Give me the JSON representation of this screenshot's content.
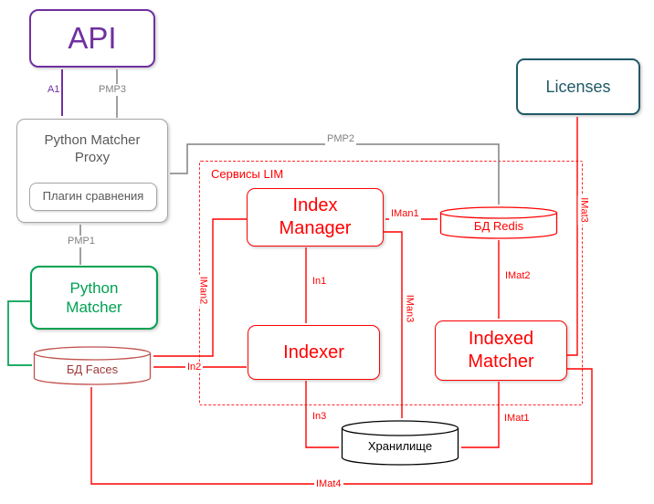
{
  "diagram": {
    "group_label": "Сервисы LIM"
  },
  "nodes": {
    "api": {
      "label": "API"
    },
    "python_matcher_proxy": {
      "label": "Python Matcher\nProxy",
      "plugin": "Плагин сравнения"
    },
    "python_matcher": {
      "label": "Python\nMatcher"
    },
    "db_faces": {
      "label": "БД Faces"
    },
    "licenses": {
      "label": "Licenses"
    },
    "index_manager": {
      "label": "Index\nManager"
    },
    "db_redis": {
      "label": "БД Redis"
    },
    "indexer": {
      "label": "Indexer"
    },
    "indexed_matcher": {
      "label": "Indexed\nMatcher"
    },
    "storage": {
      "label": "Хранилище"
    }
  },
  "edge_labels": {
    "a1": "A1",
    "pmp1": "PMP1",
    "pmp2": "PMP2",
    "pmp3": "PMP3",
    "iman1": "IMan1",
    "iman2": "IMan2",
    "iman3": "IMan3",
    "in1": "In1",
    "in2": "In2",
    "in3": "In3",
    "imat1": "IMat1",
    "imat2": "IMat2",
    "imat3": "IMat3",
    "imat4": "IMat4"
  },
  "colors": {
    "purple": "#7030A0",
    "gray": "#808080",
    "red": "#FF0000",
    "green": "#00A152",
    "teal": "#215968",
    "faces_db_border": "#C0504D",
    "faces_db_text": "#9C3A38",
    "black": "#000000"
  }
}
